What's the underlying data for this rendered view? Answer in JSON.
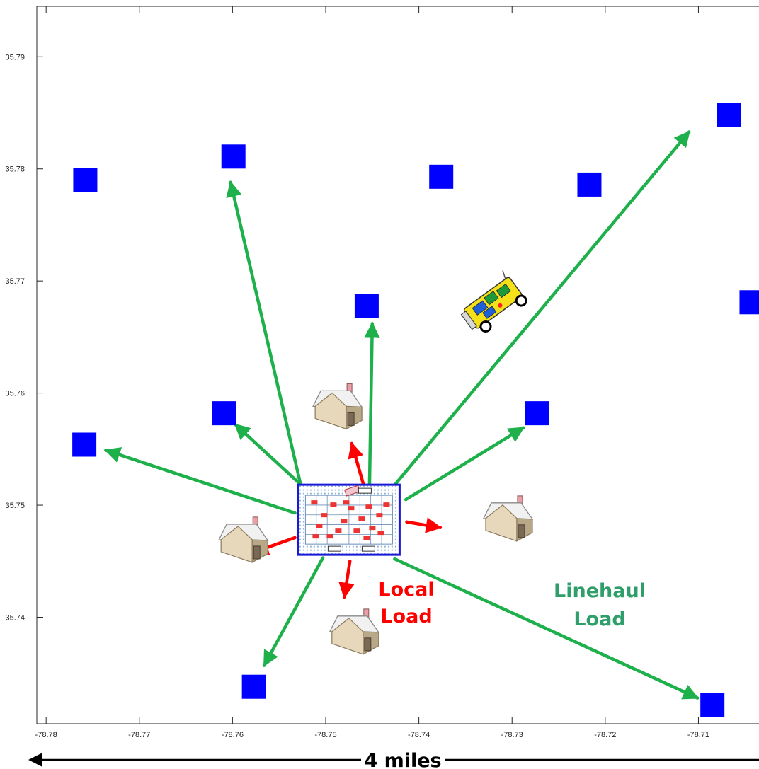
{
  "chart_data": {
    "type": "scatter",
    "title": "",
    "xlabel": "",
    "ylabel": "",
    "xlim": [
      -78.781,
      -78.7035
    ],
    "ylim": [
      35.7305,
      35.7945
    ],
    "x_ticks": [
      -78.78,
      -78.77,
      -78.76,
      -78.75,
      -78.74,
      -78.73,
      -78.72,
      -78.71
    ],
    "x_tick_labels": [
      "-78.78",
      "-78.77",
      "-78.76",
      "-78.75",
      "-78.74",
      "-78.73",
      "-78.72",
      "-78.71"
    ],
    "y_ticks": [
      35.74,
      35.75,
      35.76,
      35.77,
      35.78,
      35.79
    ],
    "y_tick_labels": [
      "35.74",
      "35.75",
      "35.76",
      "35.77",
      "35.78",
      "35.79"
    ],
    "grid": false,
    "depot": {
      "x": -78.7475,
      "y": 35.7487
    },
    "linehaul_stops": [
      {
        "x": -78.7758,
        "y": 35.779
      },
      {
        "x": -78.7599,
        "y": 35.7811
      },
      {
        "x": -78.7376,
        "y": 35.7793
      },
      {
        "x": -78.7217,
        "y": 35.7786
      },
      {
        "x": -78.7067,
        "y": 35.7848
      },
      {
        "x": -78.7043,
        "y": 35.7681
      },
      {
        "x": -78.7456,
        "y": 35.7678
      },
      {
        "x": -78.7273,
        "y": 35.7582
      },
      {
        "x": -78.7609,
        "y": 35.7582
      },
      {
        "x": -78.7759,
        "y": 35.7554
      },
      {
        "x": -78.7577,
        "y": 35.7338
      },
      {
        "x": -78.7085,
        "y": 35.7322
      }
    ],
    "local_stops": [
      {
        "x": -78.7487,
        "y": 35.7585
      },
      {
        "x": -78.7304,
        "y": 35.7485
      },
      {
        "x": -78.7588,
        "y": 35.7466
      },
      {
        "x": -78.7469,
        "y": 35.7384
      }
    ],
    "linehaul_routes": [
      {
        "from": [
          -78.7524,
          "35.7508"
        ],
        "to": [
          -78.7602,
          "35.7788"
        ]
      },
      {
        "from": [
          -78.7453,
          "35.7516"
        ],
        "to": [
          -78.745,
          "35.7662"
        ]
      },
      {
        "from": [
          -78.7426,
          "35.7518"
        ],
        "to": [
          -78.711,
          "35.7833"
        ]
      },
      {
        "from": [
          -78.7414,
          "35.7505"
        ],
        "to": [
          -78.7288,
          "35.7569"
        ]
      },
      {
        "from": [
          -78.7525,
          "35.7517"
        ],
        "to": [
          -78.7597,
          "35.7572"
        ]
      },
      {
        "from": [
          -78.7533,
          "35.7493"
        ],
        "to": [
          -78.7736,
          "35.7549"
        ]
      },
      {
        "from": [
          -78.7503,
          "35.7453"
        ],
        "to": [
          -78.7566,
          "35.7357"
        ]
      },
      {
        "from": [
          -78.7426,
          "35.7452"
        ],
        "to": [
          -78.7101,
          "35.7328"
        ]
      }
    ],
    "local_routes": [
      {
        "from": [
          -78.7459,
          "35.7517"
        ],
        "to": [
          -78.7472,
          "35.7555"
        ]
      },
      {
        "from": [
          -78.7413,
          "35.7485"
        ],
        "to": [
          -78.7377,
          "35.7480"
        ]
      },
      {
        "from": [
          -78.7533,
          "35.7471"
        ],
        "to": [
          -78.7577,
          "35.7458"
        ]
      },
      {
        "from": [
          -78.7474,
          "35.7450"
        ],
        "to": [
          -78.748,
          "35.7418"
        ]
      }
    ],
    "truck_position": {
      "x": -78.732,
      "y": 35.768
    },
    "colors": {
      "linehaul": "#1db04b",
      "local": "#ff0000",
      "stop_marker": "#0000ff",
      "depot_border": "#1a1ad6",
      "linehaul_text": "#2e9e6a",
      "scale_bar": "#000000"
    },
    "annotations": {
      "local_load": [
        "Local",
        "Load"
      ],
      "linehaul_load": [
        "Linehaul",
        "Load"
      ],
      "scale": "4 miles"
    }
  }
}
